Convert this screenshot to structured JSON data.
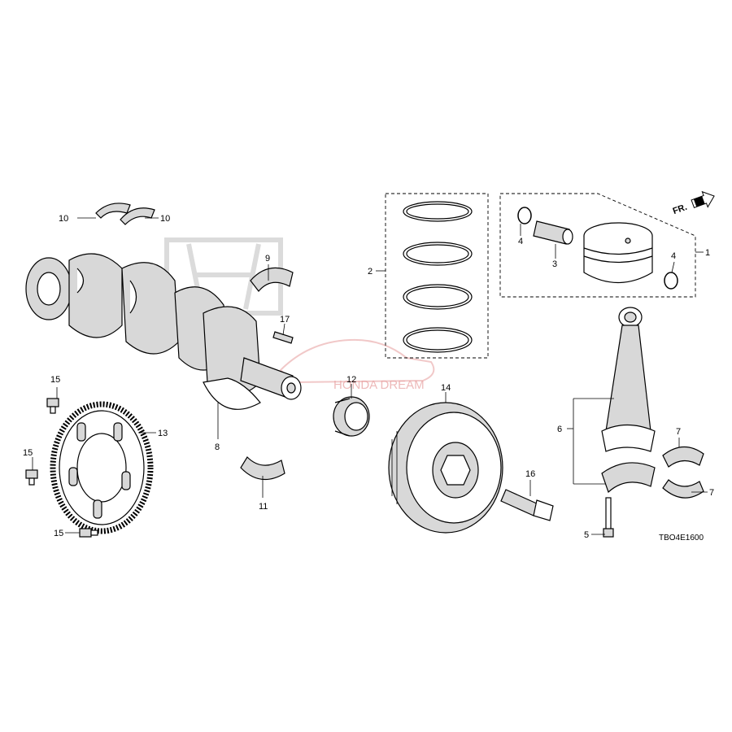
{
  "callouts": {
    "c1": "1",
    "c2": "2",
    "c3": "3",
    "c4a": "4",
    "c4b": "4",
    "c5": "5",
    "c6": "6",
    "c7a": "7",
    "c7b": "7",
    "c8": "8",
    "c9": "9",
    "c10a": "10",
    "c10b": "10",
    "c11": "11",
    "c12": "12",
    "c13": "13",
    "c14": "14",
    "c15a": "15",
    "c15b": "15",
    "c15c": "15",
    "c16": "16",
    "c17": "17"
  },
  "direction_label": "FR.",
  "diagram_code": "TBO4E1600",
  "watermark": {
    "text": "HONDA DREAM",
    "color": "#e8a3a3"
  },
  "colors": {
    "line": "#000000",
    "shade": "#d8d8d8",
    "background": "#ffffff"
  }
}
